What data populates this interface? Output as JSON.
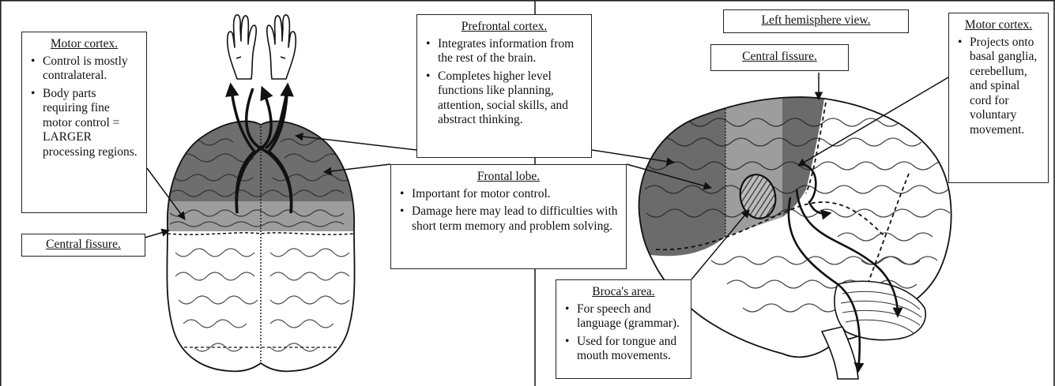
{
  "boxes": {
    "motor_left": {
      "title": "Motor cortex.",
      "bullets": [
        "Control is mostly contralateral.",
        "Body parts requiring fine motor control = LARGER processing regions."
      ]
    },
    "central_left": {
      "title": "Central fissure."
    },
    "prefrontal": {
      "title": "Prefrontal cortex.",
      "bullets": [
        "Integrates information from the rest of the brain.",
        "Completes higher level functions like planning, attention, social skills, and abstract thinking."
      ]
    },
    "frontal": {
      "title": "Frontal lobe.",
      "bullets": [
        "Important for motor control.",
        "Damage here may lead to difficulties with short term memory and problem solving."
      ]
    },
    "broca": {
      "title": "Broca's area.",
      "bullets": [
        "For speech and language (grammar).",
        "Used for tongue and mouth movements."
      ]
    },
    "hemisphere": {
      "title": "Left hemisphere view."
    },
    "central_right": {
      "title": "Central fissure."
    },
    "motor_right": {
      "title": "Motor cortex.",
      "bullets": [
        "Projects onto basal ganglia, cerebellum, and spinal cord for voluntary movement."
      ]
    }
  },
  "colors": {
    "frontal_dark": "#6b6b6b",
    "motor_mid": "#9c9c9c",
    "line": "#1a1a1a",
    "brain_white": "#ffffff"
  }
}
